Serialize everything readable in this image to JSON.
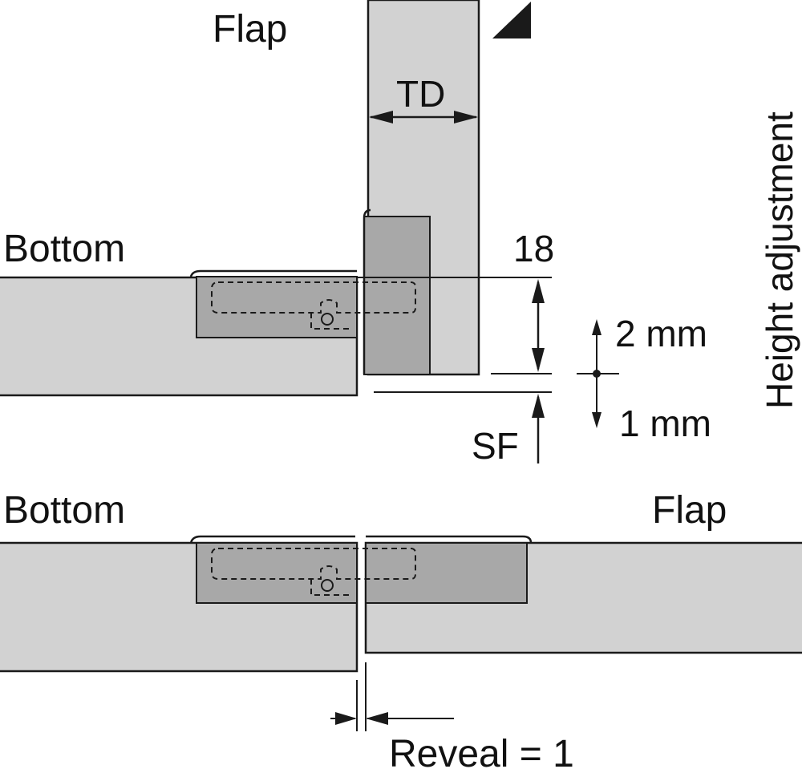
{
  "labels": {
    "flap_top": "Flap",
    "td": "TD",
    "height_adjustment": "Height adjustment",
    "bottom_top": "Bottom",
    "dim_18": "18",
    "two_mm": "2 mm",
    "one_mm": "1 mm",
    "sf": "SF",
    "bottom_lower": "Bottom",
    "flap_lower": "Flap",
    "reveal": "Reveal = 1"
  },
  "colors": {
    "board": "#d2d2d2",
    "hinge": "#a8a8a8",
    "line": "#1a1a1a",
    "background": "#ffffff"
  },
  "icons": {
    "corner_mark": "triangle-marker-icon"
  }
}
